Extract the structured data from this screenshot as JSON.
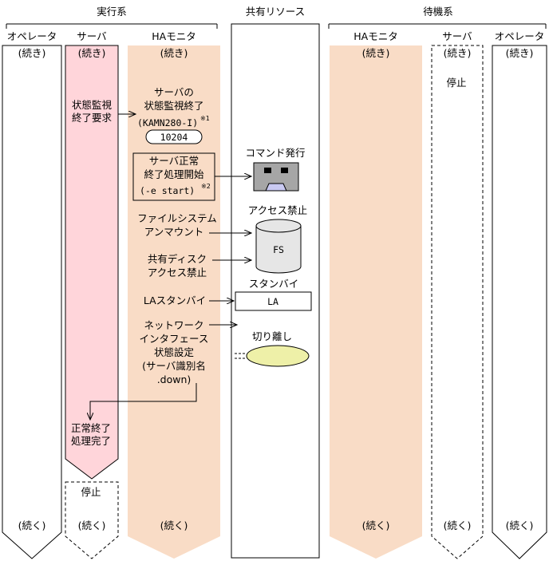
{
  "groups": {
    "active": "実行系",
    "shared": "共有リソース",
    "standby": "待機系"
  },
  "columns": {
    "operator": "オペレータ",
    "server": "サーバ",
    "ha_monitor": "HAモニタ"
  },
  "labels": {
    "continued": "(続き)",
    "continues": "(続く)",
    "stopped": "停止"
  },
  "colors": {
    "server_active": "#FFD5DA",
    "ha_monitor": "#F9DCC6",
    "volume": "#E6E6E6",
    "command_device": "#A6A6A6",
    "command_device_face": "#C9C9F2",
    "separation": "#EEF0A8"
  },
  "steps": {
    "status_monitor_request": [
      "状態監視",
      "終了要求"
    ],
    "status_monitor_end": {
      "lines": [
        "サーバの",
        "状態監視終了"
      ],
      "message_id": "(KAMN280-I)",
      "note": "※1",
      "code": "10204"
    },
    "normal_termination_start": {
      "lines": [
        "サーバ正常",
        "終了処理開始"
      ],
      "option": "(-e start)",
      "note": "※2"
    },
    "unmount": [
      "ファイルシステム",
      "アンマウント"
    ],
    "disk_lock": [
      "共有ディスク",
      "アクセス禁止"
    ],
    "la_standby": "LAスタンバイ",
    "network": [
      "ネットワーク",
      "インタフェース",
      "状態設定",
      "(サーバ識別名",
      ".down)"
    ],
    "complete": [
      "正常終了",
      "処理完了"
    ]
  },
  "resources": {
    "command_label": "コマンド発行",
    "fs_lock_label": "アクセス禁止",
    "fs": "FS",
    "standby_label": "スタンバイ",
    "la": "LA",
    "separation_label": "切り離し"
  }
}
